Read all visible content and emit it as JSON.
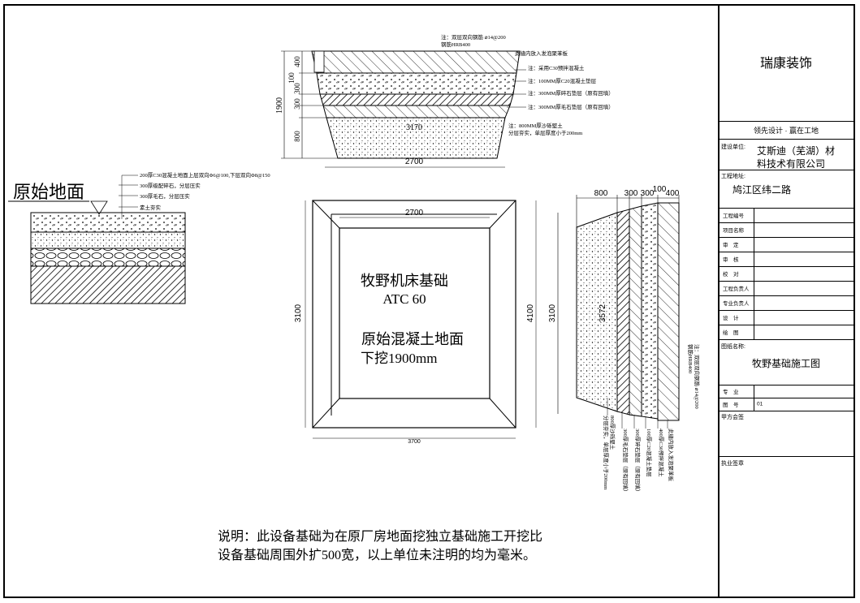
{
  "title_block": {
    "company": "瑞康装饰",
    "slogan": "领先设计 · 赢在工地",
    "client_label": "建设单位:",
    "client_name_line1": "艾斯迪（芜湖）材",
    "client_name_line2": "料技术有限公司",
    "address_label": "工程地址:",
    "address": "鸠江区纬二路",
    "rows": [
      {
        "label": "工程编号",
        "value": ""
      },
      {
        "label": "项目名称",
        "value": ""
      },
      {
        "label": "审　定",
        "value": ""
      },
      {
        "label": "审　核",
        "value": ""
      },
      {
        "label": "校　对",
        "value": ""
      },
      {
        "label": "工程负责人",
        "value": ""
      },
      {
        "label": "专业负责人",
        "value": ""
      },
      {
        "label": "设　计",
        "value": ""
      },
      {
        "label": "绘　图",
        "value": ""
      }
    ],
    "drawing_name_label": "图纸名称:",
    "drawing_name": "牧野基础施工图",
    "specialty_label": "专　业",
    "specialty_value": "",
    "drawing_no_label": "图　号",
    "drawing_no_value": "01",
    "party_a_sign": "甲方会签",
    "practice_sign": "执业签章"
  },
  "section_top": {
    "notes": [
      "注：双层双向钢筋 ⌀14@200",
      "钢筋HRB400",
      "此缝内放入发泡聚苯板",
      "注：采用C30预拌混凝土",
      "注：100MM厚C20混凝土垫层",
      "注：300MM厚碎石垫层（原有回填）",
      "注：300MM厚毛石垫层（原有回填）",
      "注：800MM厚沙砾堅土",
      "分层夯实，单层厚度小于200mm"
    ],
    "dims_left": [
      "400",
      "100",
      "300",
      "300",
      "800"
    ],
    "total_depth": "1900",
    "bottom_width": "3170",
    "top_width": "2700"
  },
  "original_ground": {
    "title": "原始地面",
    "notes": [
      "200厚C30混凝土地面上层双向Φ6@100,下层双向Φ8@150",
      "300厚级配碎石，分层压实",
      "300厚毛石，分层压实",
      "素土夯实"
    ]
  },
  "plan": {
    "inner_width": "2700",
    "outer_width": "3700",
    "left_height": "3100",
    "outer_height": "4100",
    "label_line1": "牧野机床基础",
    "label_line2": "ATC 60",
    "label_line3": "原始混凝土地面",
    "label_line4": "下挖1900mm"
  },
  "section_side": {
    "dims_top": [
      "800",
      "300",
      "300",
      "100",
      "400"
    ],
    "left_height": "3100",
    "slope_len": "3572",
    "notes": [
      "800厚沙砾堅土",
      "分层夯实，单层厚度小于200mm",
      "300厚毛石垫层（原有回填）",
      "300厚碎石垫层（原有回填）",
      "100厚C20混凝土垫层",
      "400厚C30预拌混凝土",
      "此缝内放入发泡聚苯板",
      "注：双层双向钢筋 ⌀14@200",
      "钢筋HRB400"
    ]
  },
  "description": {
    "line1": "说明：此设备基础为在原厂房地面挖独立基础施工开挖比",
    "line2": "设备基础周围外扩500宽，以上单位未注明的均为毫米。"
  }
}
